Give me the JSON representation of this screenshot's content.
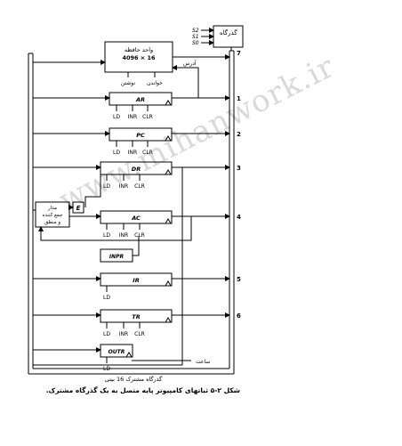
{
  "bus_unit": {
    "label": "گذرگاه",
    "selects": [
      "S2",
      "S1",
      "S0"
    ]
  },
  "memory": {
    "title": "واحد حافظه",
    "size": "4096 × 16",
    "write": "نوشتن",
    "read": "خواندن",
    "address": "آدرس"
  },
  "registers": [
    {
      "name": "AR",
      "controls": [
        "LD",
        "INR",
        "CLR"
      ],
      "bus_number": "1"
    },
    {
      "name": "PC",
      "controls": [
        "LD",
        "INR",
        "CLR"
      ],
      "bus_number": "2"
    },
    {
      "name": "DR",
      "controls": [
        "LD",
        "INR",
        "CLR"
      ],
      "bus_number": "3"
    },
    {
      "name": "AC",
      "controls": [
        "LD",
        "INR",
        "CLR"
      ],
      "bus_number": "4"
    },
    {
      "name": "INPR",
      "controls": [],
      "bus_number": ""
    },
    {
      "name": "IR",
      "controls": [
        "LD"
      ],
      "bus_number": "5"
    },
    {
      "name": "TR",
      "controls": [
        "LD",
        "INR",
        "CLR"
      ],
      "bus_number": "6"
    },
    {
      "name": "OUTR",
      "controls": [
        "LD"
      ],
      "bus_number": ""
    }
  ],
  "memory_bus_number": "7",
  "alu": {
    "line1": "مدار",
    "line2": "جمع کننده",
    "line3": "و منطق"
  },
  "e_flag": "E",
  "clock": "ساعت",
  "common_bus": "گذرگاه مشترک 16 بیتی",
  "caption": "شکل ۲-۵ ثباتهای کامپیوتر پایه متصل به یک گذرگاه مشترک.",
  "watermark": "www.mihanwork.ir"
}
